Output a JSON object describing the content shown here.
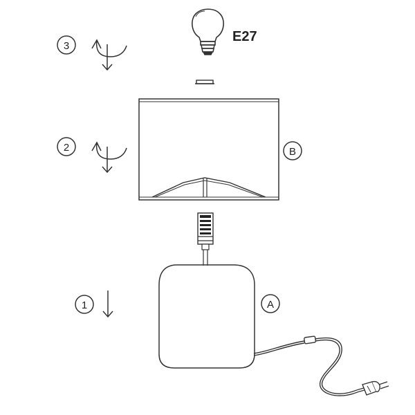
{
  "bulb": {
    "type_label": "E27"
  },
  "steps": [
    {
      "number": "3",
      "action": "rotate-down"
    },
    {
      "number": "2",
      "action": "rotate-down"
    },
    {
      "number": "1",
      "action": "down"
    }
  ],
  "parts": [
    {
      "letter": "B",
      "name": "lampshade"
    },
    {
      "letter": "A",
      "name": "lamp base"
    }
  ]
}
